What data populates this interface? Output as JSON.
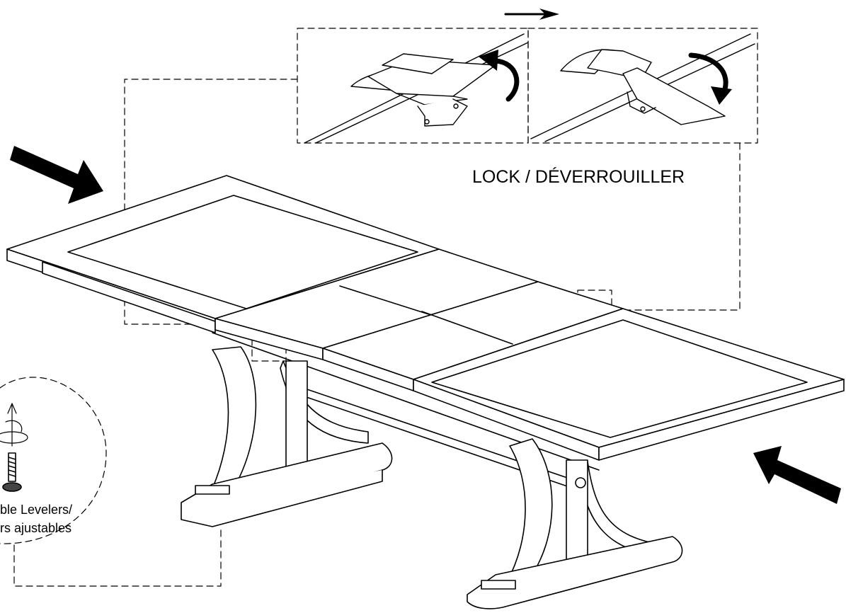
{
  "labels": {
    "lock": "LOCK / DÉVERROUILLER",
    "levelers_en": "ble Levelers/",
    "levelers_fr": "rs ajustables"
  },
  "colors": {
    "ink": "#000000",
    "paper": "#ffffff"
  },
  "icons": [
    "arrow-icon",
    "curved-arrow-icon",
    "rotate-icon",
    "leveler-screw-icon"
  ]
}
